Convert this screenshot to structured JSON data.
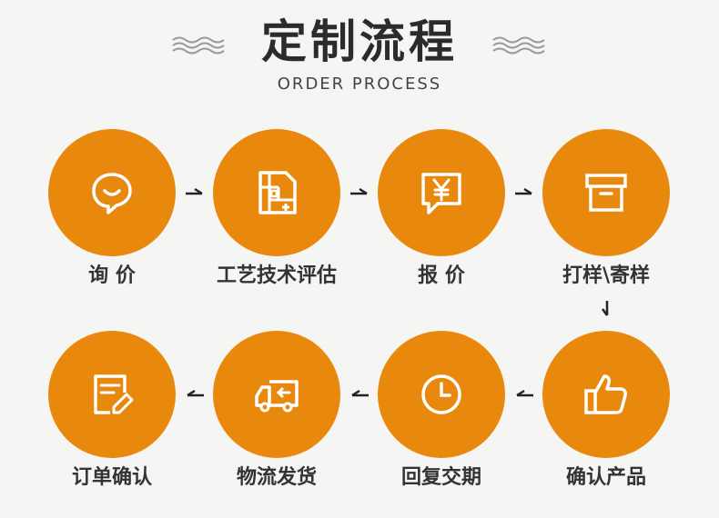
{
  "header": {
    "title": "定制流程",
    "subtitle": "ORDER PROCESS"
  },
  "steps": [
    {
      "label": "询 价",
      "icon": "chat-bubble-icon"
    },
    {
      "label": "工艺技术评估",
      "icon": "blueprint-icon"
    },
    {
      "label": "报 价",
      "icon": "yuan-quote-icon"
    },
    {
      "label": "打样\\寄样",
      "icon": "box-icon"
    },
    {
      "label": "确认产品",
      "icon": "thumbs-up-icon"
    },
    {
      "label": "回复交期",
      "icon": "clock-icon"
    },
    {
      "label": "物流发货",
      "icon": "delivery-truck-icon"
    },
    {
      "label": "订单确认",
      "icon": "order-form-icon"
    }
  ],
  "colors": {
    "accent": "#e8890e",
    "icon": "#ffffff",
    "text": "#333333"
  }
}
